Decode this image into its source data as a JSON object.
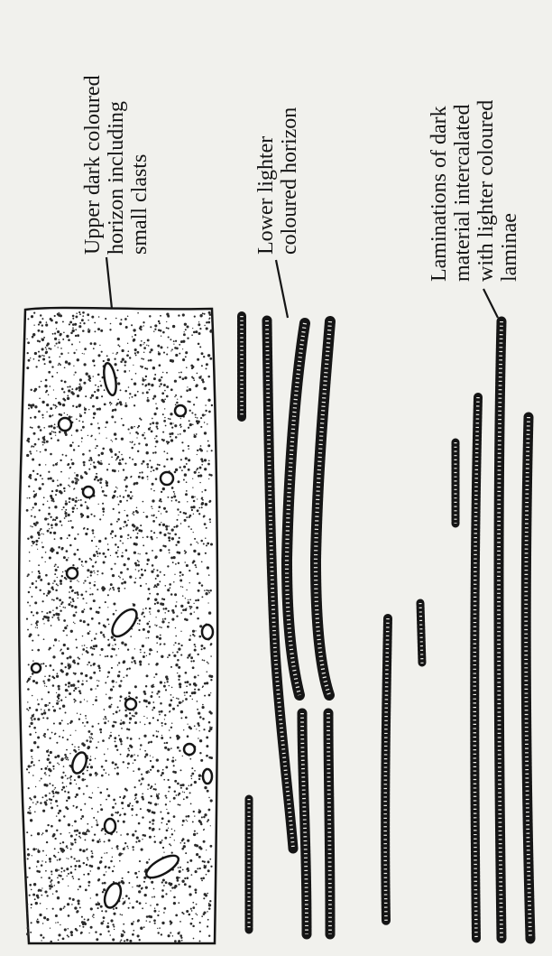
{
  "labels": {
    "upper_horizon": {
      "lines": [
        "Upper dark coloured",
        "horizon including",
        "small clasts"
      ]
    },
    "lower_horizon": {
      "lines": [
        "Lower lighter",
        "coloured horizon"
      ]
    },
    "laminations": {
      "lines": [
        "Laminations of dark",
        "material intercalated",
        "with lighter coloured",
        "laminae"
      ]
    }
  },
  "colors": {
    "background": "#f1f1ed",
    "ink": "#151515",
    "speckle": "#2a2a2a"
  }
}
